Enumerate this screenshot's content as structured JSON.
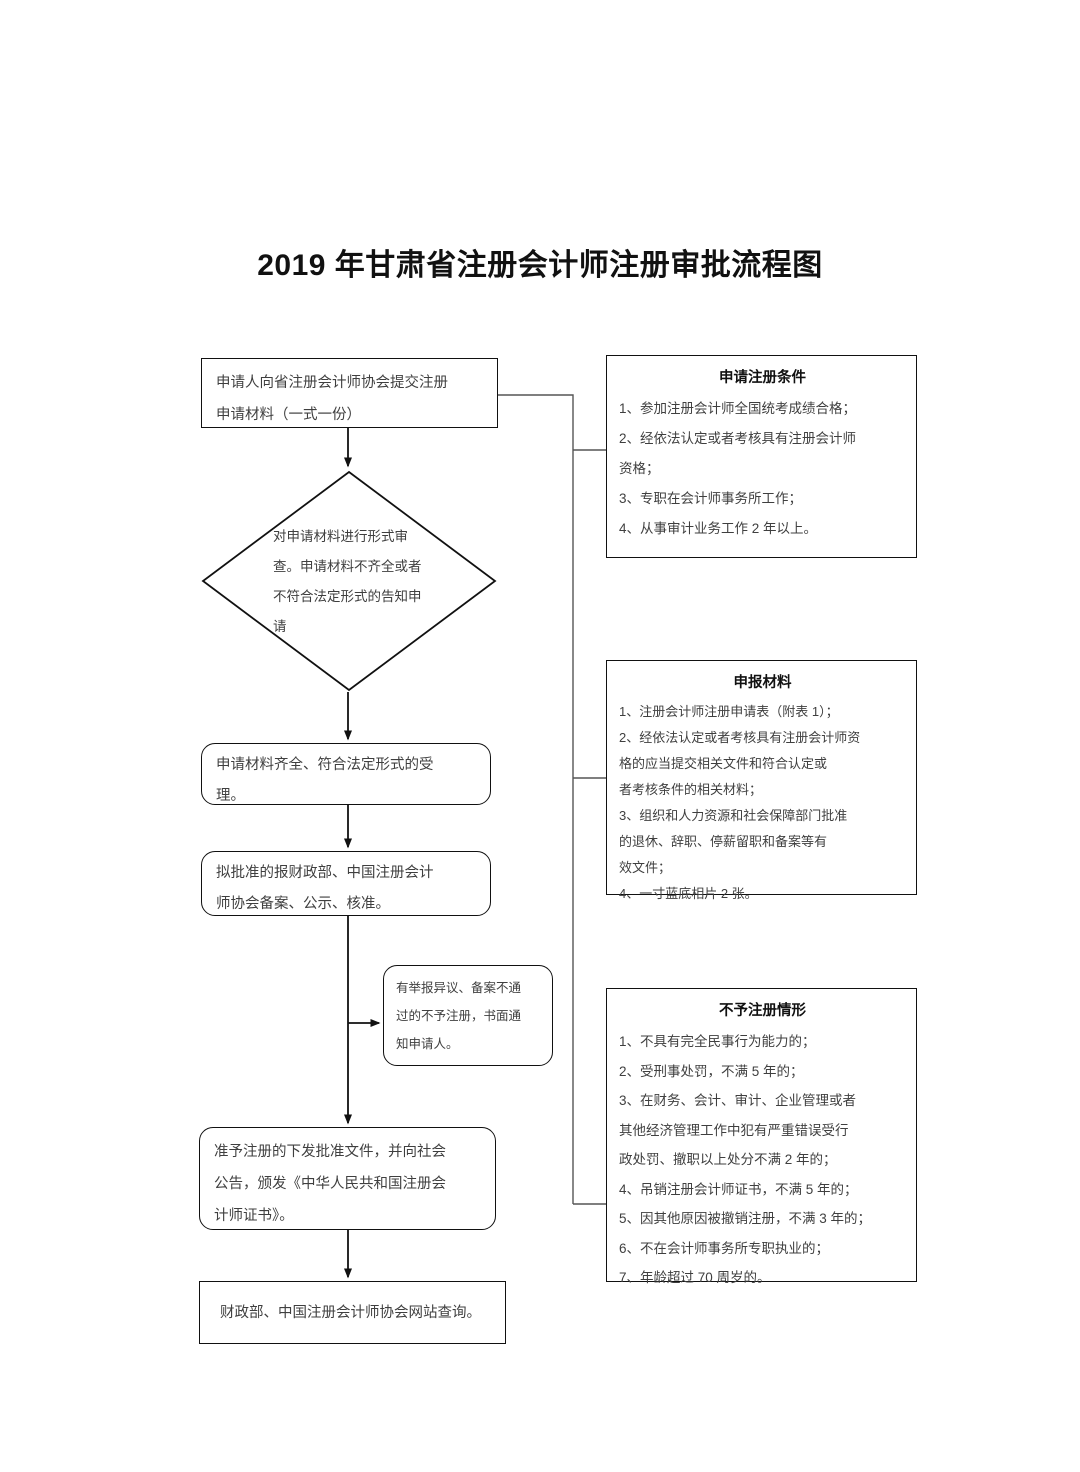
{
  "title": "2019 年甘肃省注册会计师注册审批流程图",
  "flow": {
    "submit": "申请人向省注册会计师协会提交注册\n申请材料（一式一份）",
    "decision": "对申请材料进行形式审查。申请材料不齐全或者不符合法定形式的告知申请",
    "accept": "申请材料齐全、符合法定形式的受\n理。",
    "approve": "拟批准的报财政部、中国注册会计\n师协会备案、公示、核准。",
    "notify": "有举报异议、备案不通\n过的不予注册，书面通\n知申请人。",
    "grant": "准予注册的下发批准文件，并向社会\n公告，颁发《中华人民共和国注册会\n计师证书》。",
    "query": "财政部、中国注册会计师协会网站查询。"
  },
  "panels": {
    "conditions": {
      "title": "申请注册条件",
      "items": [
        "1、参加注册会计师全国统考成绩合格；",
        "2、经依法认定或者考核具有注册会计师\n    资格；",
        "3、专职在会计师事务所工作；",
        "4、从事审计业务工作 2 年以上。"
      ]
    },
    "materials": {
      "title": "申报材料",
      "items": [
        "1、注册会计师注册申请表（附表 1）；",
        "2、经依法认定或者考核具有注册会计师资\n    格的应当提交相关文件和符合认定或\n    者考核条件的相关材料；",
        " 3、组织和人力资源和社会保障部门批准\n    的退休、辞职、停薪留职和备案等有\n    效文件；",
        "4、一寸蓝底相片 2 张。"
      ]
    },
    "refusal": {
      "title": "不予注册情形",
      "items": [
        "1、不具有完全民事行为能力的；",
        "2、受刑事处罚，不满 5 年的；",
        "3、在财务、会计、审计、企业管理或者\n其他经济管理工作中犯有严重错误受行\n政处罚、撤职以上处分不满 2 年的；",
        "4、吊销注册会计师证书，不满 5 年的；",
        "5、因其他原因被撤销注册，不满 3 年的；",
        "6、不在会计师事务所专职执业的；",
        "7、年龄超过 70 周岁的。"
      ]
    }
  },
  "colors": {
    "stroke": "#111111",
    "text": "#3f3f3f",
    "background": "#ffffff"
  }
}
